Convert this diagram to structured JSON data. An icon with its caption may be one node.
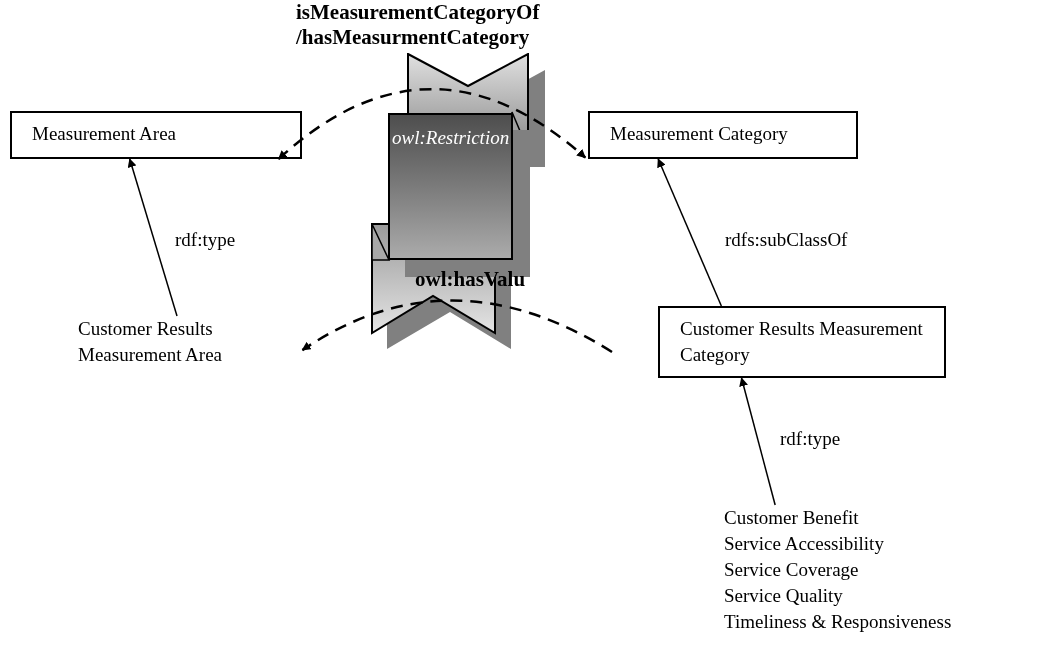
{
  "diagram": {
    "nodes": [
      {
        "text": [
          "Measurement Area"
        ]
      },
      {
        "text": [
          "Measurement Category"
        ]
      },
      {
        "text": [
          "Customer Results Measurement Area"
        ]
      },
      {
        "text": [
          "Customer Results Measurement Category"
        ]
      },
      {
        "text": [
          "Customer Benefit",
          "Service Accessibility",
          "Service Coverage",
          "Service Quality",
          "Timeliness & Responsiveness"
        ]
      },
      {
        "text": [
          "owl:Restriction"
        ]
      }
    ],
    "edges": [
      {
        "from": 2,
        "to": 0,
        "arrow": "to",
        "label": "rdf:type"
      },
      {
        "from": 3,
        "to": 1,
        "arrow": "to",
        "label": "rdfs:subClassOf"
      },
      {
        "from": 4,
        "to": 3,
        "arrow": "to",
        "label": "rdf:type"
      },
      {
        "from": 0,
        "to": 1,
        "arrow": "both",
        "style": "dashed",
        "label": "isMeasurementCategoryOf /hasMeasurmentCategory"
      },
      {
        "from": null,
        "to": 2,
        "arrow": "to",
        "style": "dashed",
        "label": "owl:hasValu"
      }
    ]
  }
}
